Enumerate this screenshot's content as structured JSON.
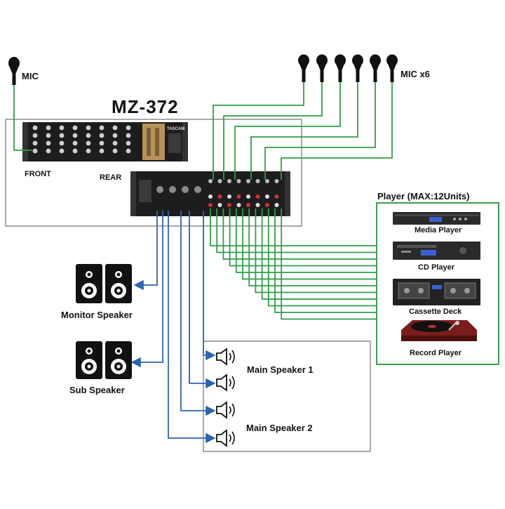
{
  "model": "MZ-372",
  "labels": {
    "front": "FRONT",
    "rear": "REAR",
    "mic": "MIC",
    "mic_x6": "MIC x6",
    "player_group": "Player (MAX:12Units)",
    "monitor_speaker": "Monitor Speaker",
    "sub_speaker": "Sub Speaker",
    "main_speaker_1": "Main Speaker 1",
    "main_speaker_2": "Main Speaker 2"
  },
  "players": [
    "Media Player",
    "CD Player",
    "Cassette Deck",
    "Record Player"
  ],
  "device_badge": "TASCAM",
  "colors": {
    "input_cable": "#2f9e48",
    "output_cable": "#2e63b0",
    "player_frame": "#3aa04c",
    "frame": "#555555",
    "rack": "#1d1d1d"
  }
}
